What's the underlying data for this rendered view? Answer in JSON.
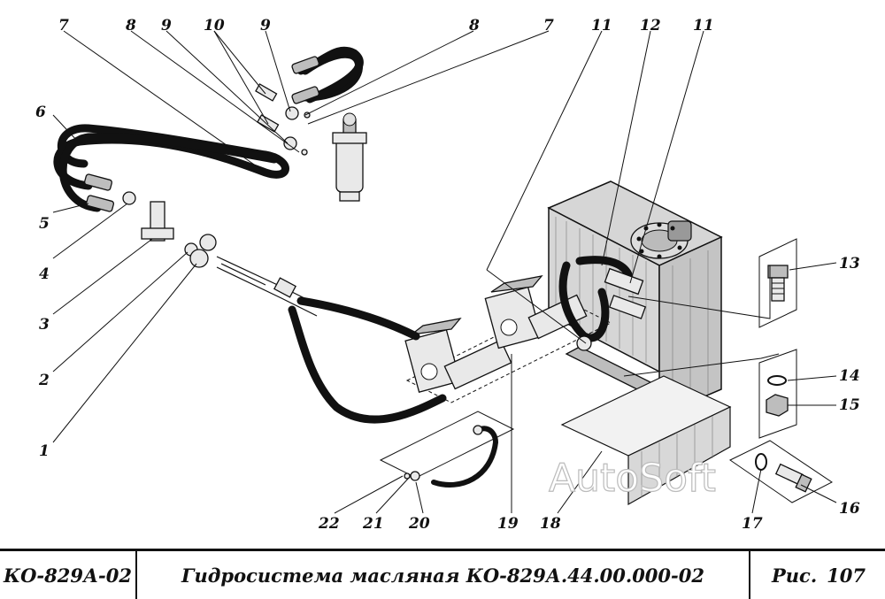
{
  "diagram": {
    "callouts": [
      "1",
      "2",
      "3",
      "4",
      "5",
      "6",
      "7",
      "7",
      "8",
      "8",
      "9",
      "9",
      "10",
      "11",
      "11",
      "12",
      "13",
      "14",
      "15",
      "16",
      "17",
      "18",
      "19",
      "20",
      "21",
      "22"
    ],
    "watermark": "AutoSoft"
  },
  "title_block": {
    "model": "КО-829А-02",
    "title": "Гидросистема масляная КО-829А.44.00.000-02",
    "figure_label": "Рис.",
    "figure_number": "107"
  }
}
